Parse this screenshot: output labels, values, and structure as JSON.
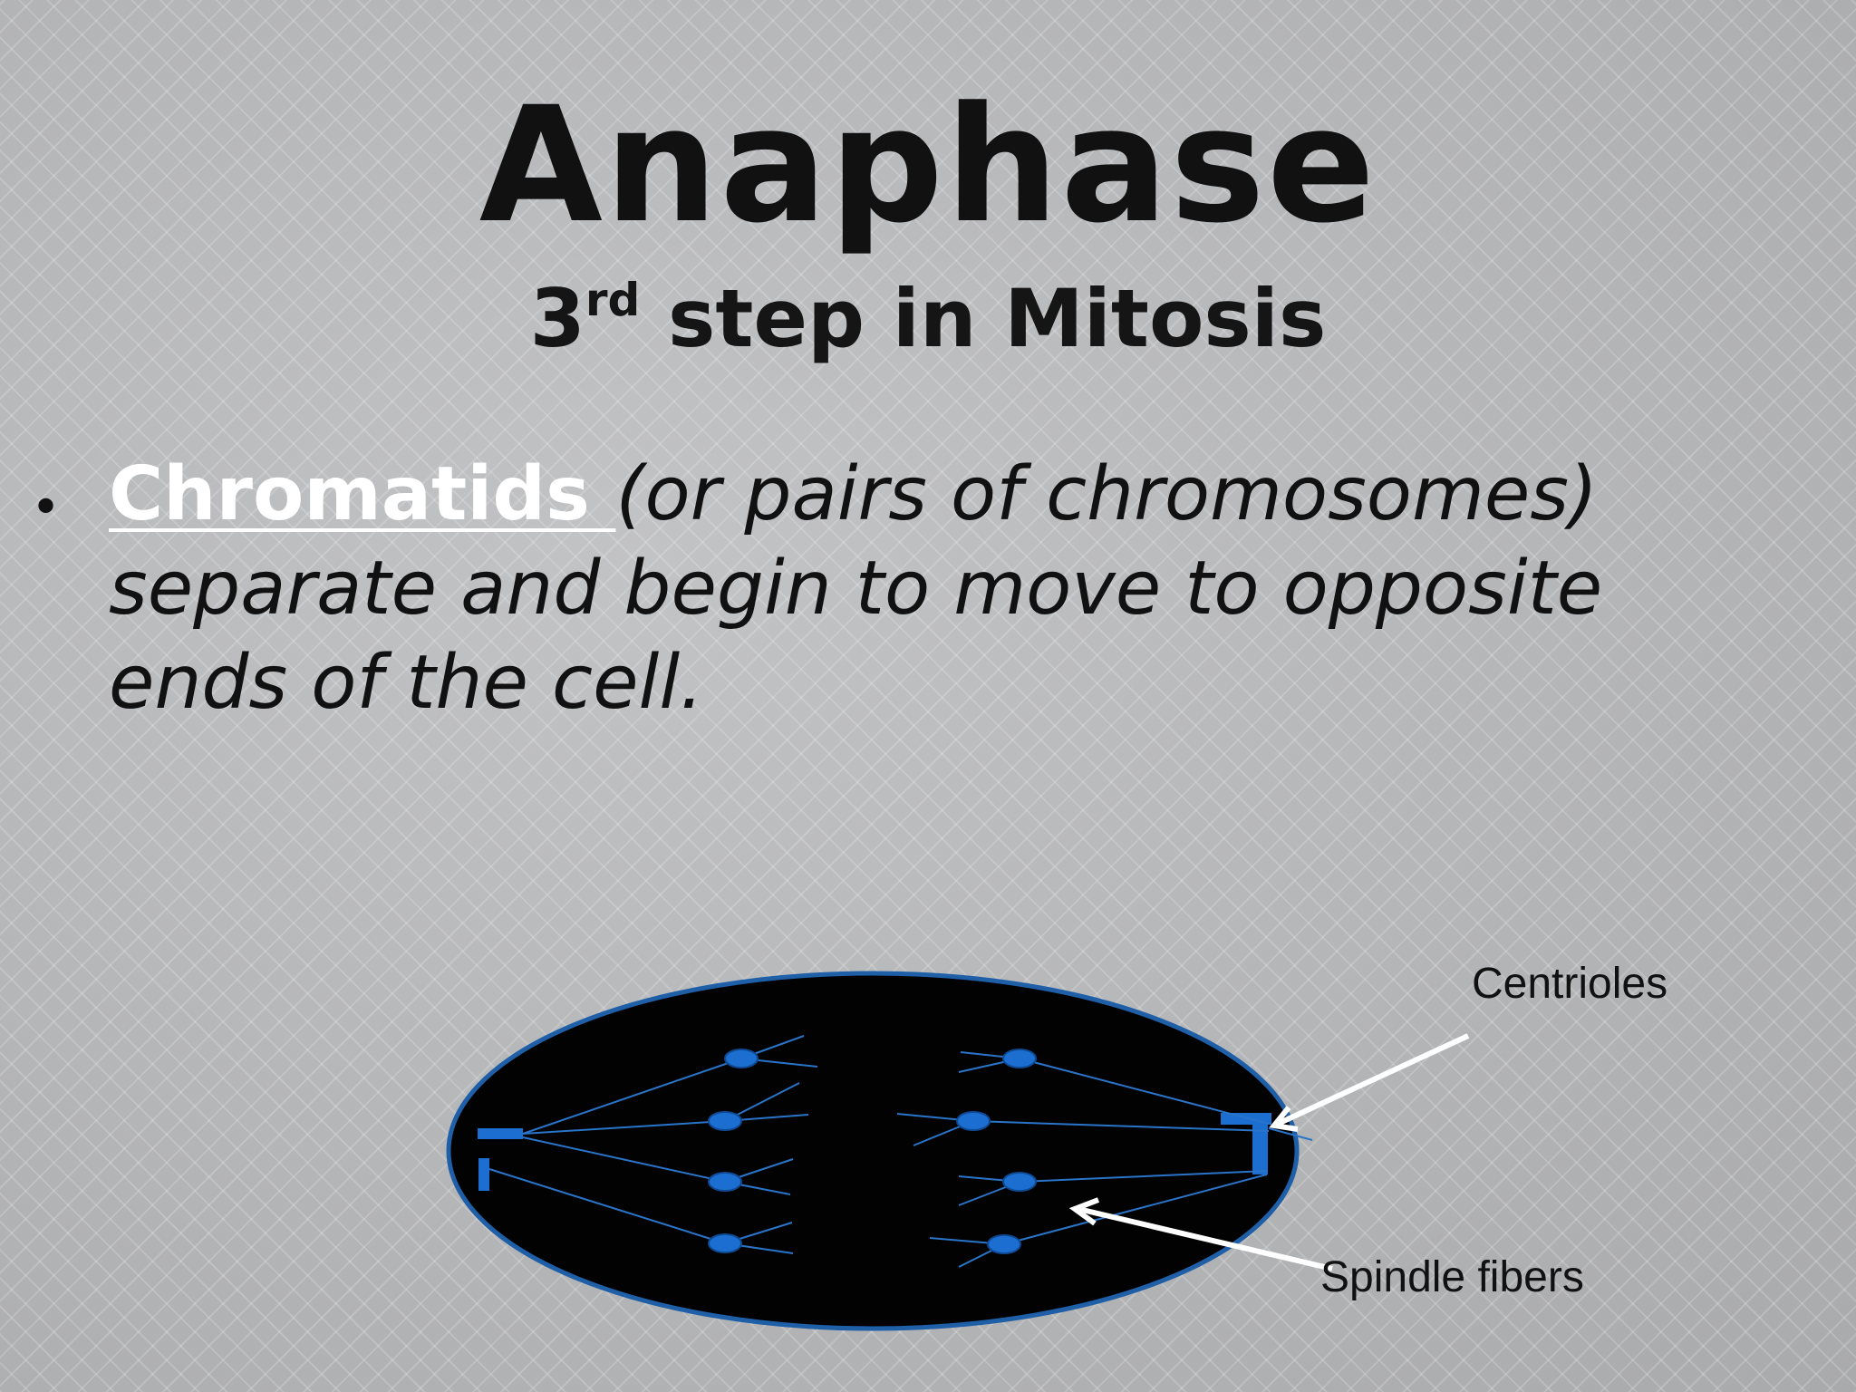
{
  "title": "Anaphase",
  "subtitle": {
    "number": "3",
    "suffix": "rd",
    "rest": " step in Mitosis"
  },
  "bullet": {
    "term": "Chromatids ",
    "description": "(or pairs of chromosomes) separate and begin to move to opposite ends of the cell."
  },
  "diagram": {
    "labels": {
      "centrioles": "Centrioles",
      "spindle_fibers": "Spindle fibers"
    },
    "colors": {
      "cell_fill": "#020203",
      "cell_outline": "#1e5fa8",
      "structure_blue": "#1c6fd1",
      "arrow": "#ffffff"
    }
  }
}
